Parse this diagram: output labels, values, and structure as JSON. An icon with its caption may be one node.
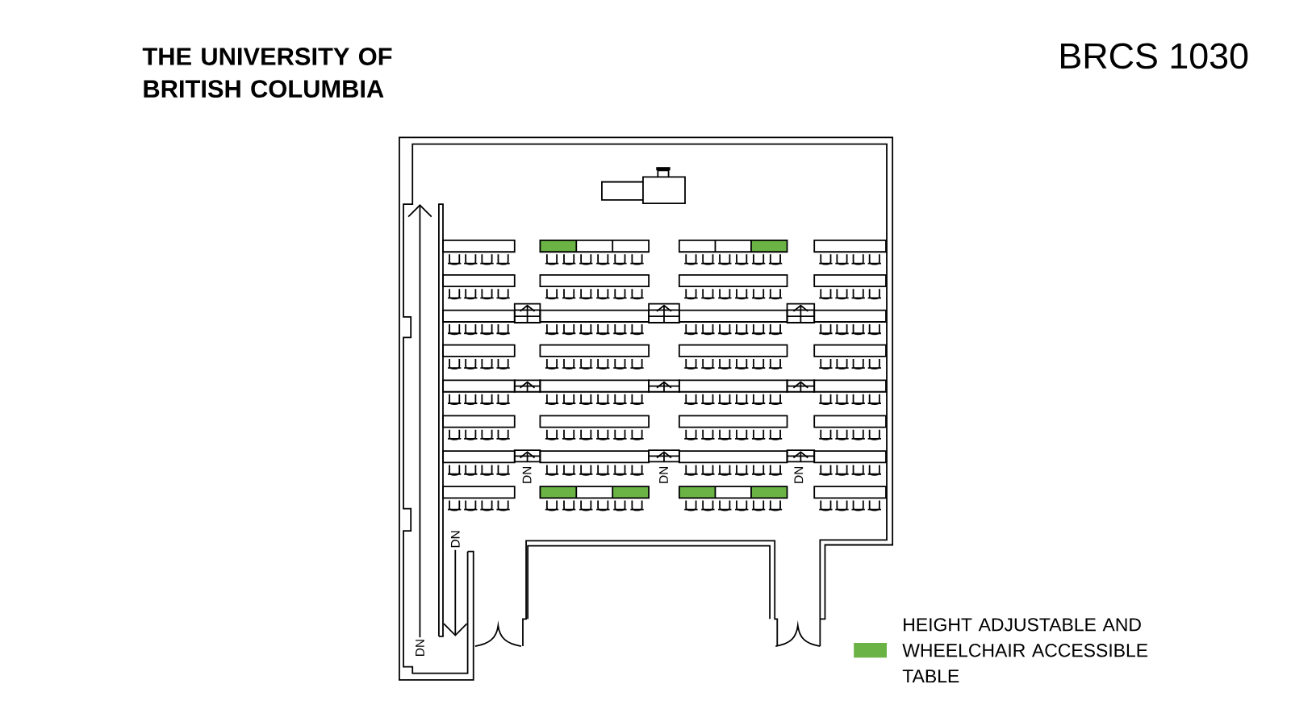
{
  "diagram": {
    "title": "BRCS 1030",
    "labels": [
      "THE UNIVERSITY OF BRITISH COLUMBIA",
      "DN",
      "DN",
      "DN",
      "DN",
      "DN"
    ],
    "legend": [
      {
        "text": "HEIGHT ADJUSTABLE AND WHEELCHAIR ACCESSIBLE TABLE",
        "color": "#6ab344"
      }
    ]
  }
}
